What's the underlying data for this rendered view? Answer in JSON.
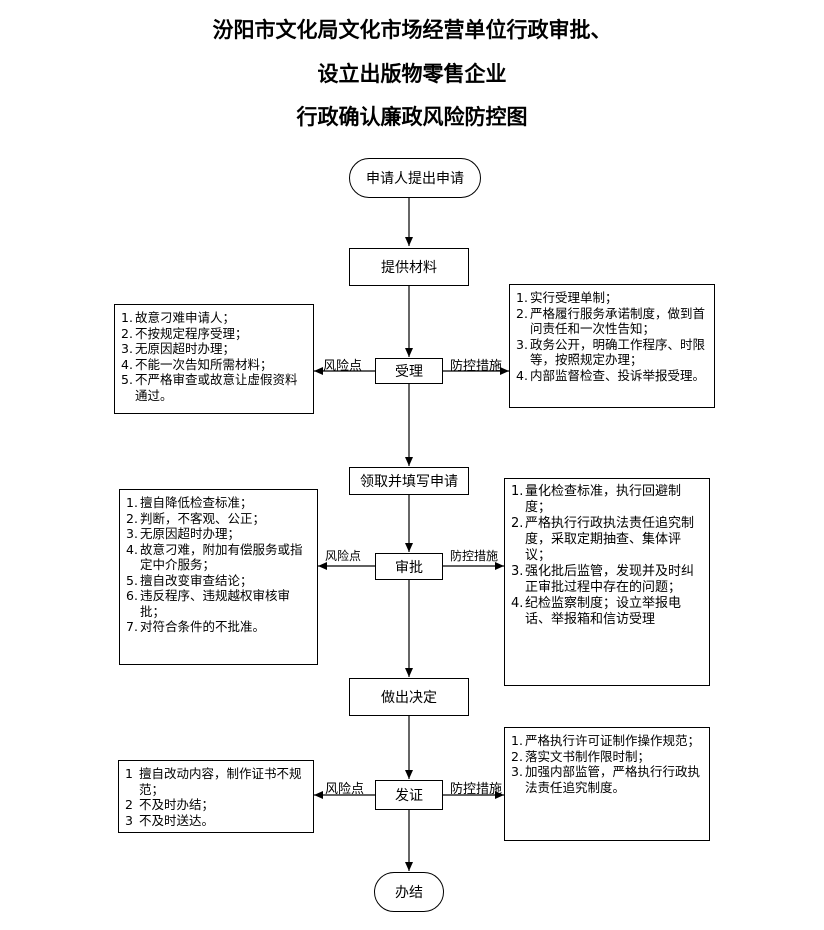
{
  "title": {
    "line1": "汾阳市文化局文化市场经营单位行政审批、",
    "line2": "设立出版物零售企业",
    "line3": "行政确认廉政风险防控图"
  },
  "nodes": {
    "apply": "申请人提出申请",
    "materials": "提供材料",
    "accept": "受理",
    "fill_form": "领取并填写申请",
    "approve": "审批",
    "decide": "做出决定",
    "issue": "发证",
    "done": "办结"
  },
  "labels": {
    "accept_risk": "风险点",
    "accept_control": "防控措施",
    "approve_risk": "风险点",
    "approve_control": "防控措施",
    "issue_risk": "风险点",
    "issue_control": "防控措施"
  },
  "accept_risks": [
    {
      "n": "1.",
      "text": "故意刁难申请人；"
    },
    {
      "n": "2.",
      "text": "不按规定程序受理；"
    },
    {
      "n": "3.",
      "text": "无原因超时办理；"
    },
    {
      "n": "4.",
      "text": "不能一次告知所需材料；"
    },
    {
      "n": "5.",
      "text": "不严格审查或故意让虚假资料通过。"
    }
  ],
  "accept_controls": [
    {
      "n": "1.",
      "text": "实行受理单制；"
    },
    {
      "n": "2.",
      "text": "严格履行服务承诺制度，做到首问责任和一次性告知；"
    },
    {
      "n": "3.",
      "text": "政务公开，明确工作程序、时限等，按照规定办理；"
    },
    {
      "n": "4.",
      "text": "内部监督检查、投诉举报受理。"
    }
  ],
  "approve_risks": [
    {
      "n": "1.",
      "text": "擅自降低检查标准；"
    },
    {
      "n": "2.",
      "text": "判断，不客观、公正；"
    },
    {
      "n": "3.",
      "text": "无原因超时办理；"
    },
    {
      "n": "4.",
      "text": "故意刁难，附加有偿服务或指定中介服务；"
    },
    {
      "n": "5.",
      "text": "擅自改变审查结论；"
    },
    {
      "n": "6.",
      "text": "违反程序、违规越权审核审批；"
    },
    {
      "n": "7.",
      "text": "对符合条件的不批准。"
    }
  ],
  "approve_controls": [
    {
      "n": "1.",
      "text": "量化检查标准，执行回避制度；"
    },
    {
      "n": "2.",
      "text": "严格执行行政执法责任追究制度，采取定期抽查、集体评议；"
    },
    {
      "n": "3.",
      "text": "强化批后监管，发现并及时纠正审批过程中存在的问题；"
    },
    {
      "n": "4.",
      "text": "纪检监察制度；设立举报电话、举报箱和信访受理"
    }
  ],
  "issue_risks": [
    {
      "n": "1",
      "text": "擅自改动内容，制作证书不规范；"
    },
    {
      "n": "2",
      "text": "不及时办结；"
    },
    {
      "n": "3",
      "text": "不及时送达。"
    }
  ],
  "issue_controls": [
    {
      "n": "1.",
      "text": "严格执行许可证制作操作规范；"
    },
    {
      "n": "2.",
      "text": "落实文书制作限时制；"
    },
    {
      "n": "3.",
      "text": "加强内部监管，严格执行行政执法责任追究制度。"
    }
  ]
}
